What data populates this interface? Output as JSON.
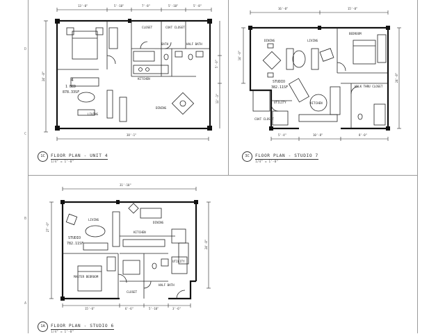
{
  "sheet": {
    "grid_marks": [
      "D",
      "C",
      "B",
      "A"
    ]
  },
  "plans": [
    {
      "tag": "1C",
      "title": "FLOOR PLAN - UNIT 4",
      "scale": "1/4\" = 1'-0\"",
      "rooms": {
        "closet": "CLOSET",
        "coat_closet": "COAT CLOSET",
        "bath": "BATH",
        "half_bath": "HALF BATH",
        "unit_number": "4",
        "unit_type": "1 BED",
        "area": "878.33SF",
        "living": "LIVING",
        "dining": "DINING",
        "kitchen": "KITCHEN"
      },
      "dimensions": {
        "top": [
          "13'-0\"",
          "5'-10\"",
          "7'-8\"",
          "5'-10\"",
          "5'-8\""
        ],
        "left": "24'-8\"",
        "bottom": "38'-1\"",
        "right": [
          "5'-0\"",
          "12'-3\""
        ]
      }
    },
    {
      "tag": "3C",
      "title": "FLOOR PLAN - STUDIO 7",
      "scale": "1/4\" = 1'-0\"",
      "rooms": {
        "dining": "DINING",
        "living": "LIVING",
        "bedroom": "BEDROOM",
        "studio": "STUDIO",
        "area": "382.11SF",
        "utility": "UTILITY",
        "kitchen": "KITCHEN",
        "walk_thru_closet": "WALK THRU CLOSET",
        "coat_closet": "COAT CLOSET"
      },
      "dimensions": {
        "top": [
          "16'-0\"",
          "15'-0\""
        ],
        "left": "14'-0\"",
        "bottom": [
          "5'-4\"",
          "10'-8\"",
          "8'-0\""
        ],
        "right": "24'-8\""
      }
    },
    {
      "tag": "1A",
      "title": "FLOOR PLAN - STUDIO 6",
      "scale": "1/4\" = 1'-0\"",
      "rooms": {
        "living": "LIVING",
        "dining": "DINING",
        "kitchen": "KITCHEN",
        "studio": "STUDIO",
        "area": "782.11SF",
        "master_bedroom": "MASTER BEDROOM",
        "closet": "CLOSET",
        "half_bath": "HALF BATH",
        "utility": "UTILITY"
      },
      "dimensions": {
        "top": "31'-10\"",
        "left": "27'-0\"",
        "right": "24'-8\"",
        "bottom": [
          "15'-6\"",
          "6'-6\"",
          "5'-10\"",
          "3'-6\""
        ]
      }
    }
  ]
}
